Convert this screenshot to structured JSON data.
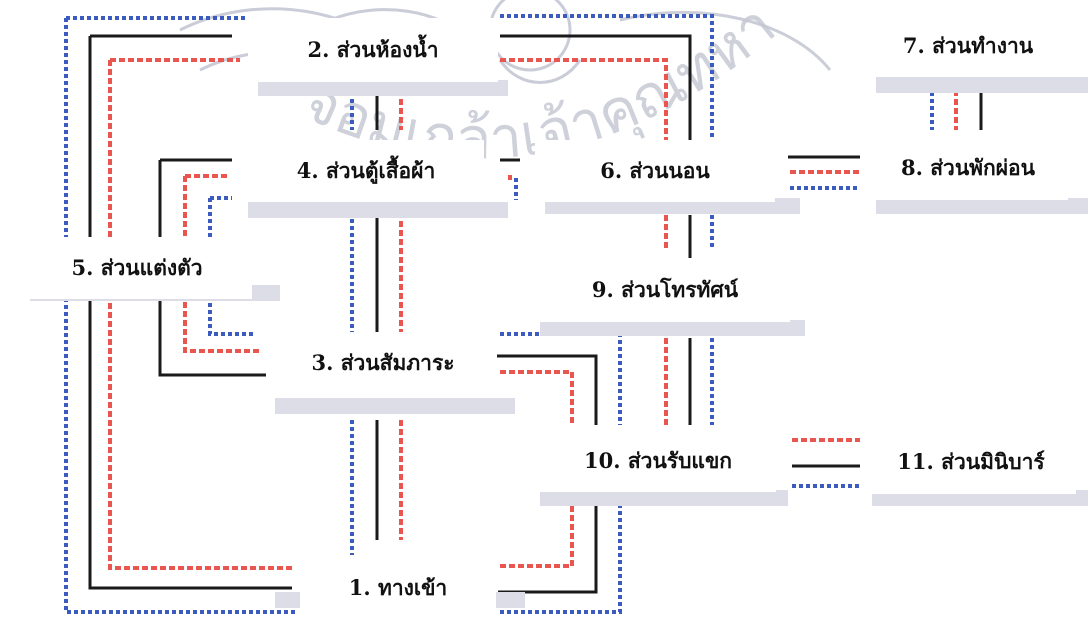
{
  "colors": {
    "direct": "#1a1a1a",
    "secondary": "#e8564f",
    "tertiary": "#3c5bbf",
    "band": "#dcdde6",
    "watermark": "#b9bccb"
  },
  "nodes": {
    "entrance": "1. ทางเข้า",
    "bathroom": "2. ส่วนห้องน้ำ",
    "luggage": "3. ส่วนสัมภาระ",
    "wardrobe": "4. ส่วนตู้เสื้อผ้า",
    "dressing": "5. ส่วนแต่งตัว",
    "sleeping": "6. ส่วนนอน",
    "working": "7. ส่วนทำงาน",
    "relaxing": "8. ส่วนพักผ่อน",
    "television": "9. ส่วนโทรทัศน์",
    "reception": "10. ส่วนรับแขก",
    "minibar": "11. ส่วนมินิบาร์"
  },
  "watermark": {
    "text": "จอมเกล้าเจ้าคุณทหาร",
    "icon": "university-seal-icon"
  }
}
